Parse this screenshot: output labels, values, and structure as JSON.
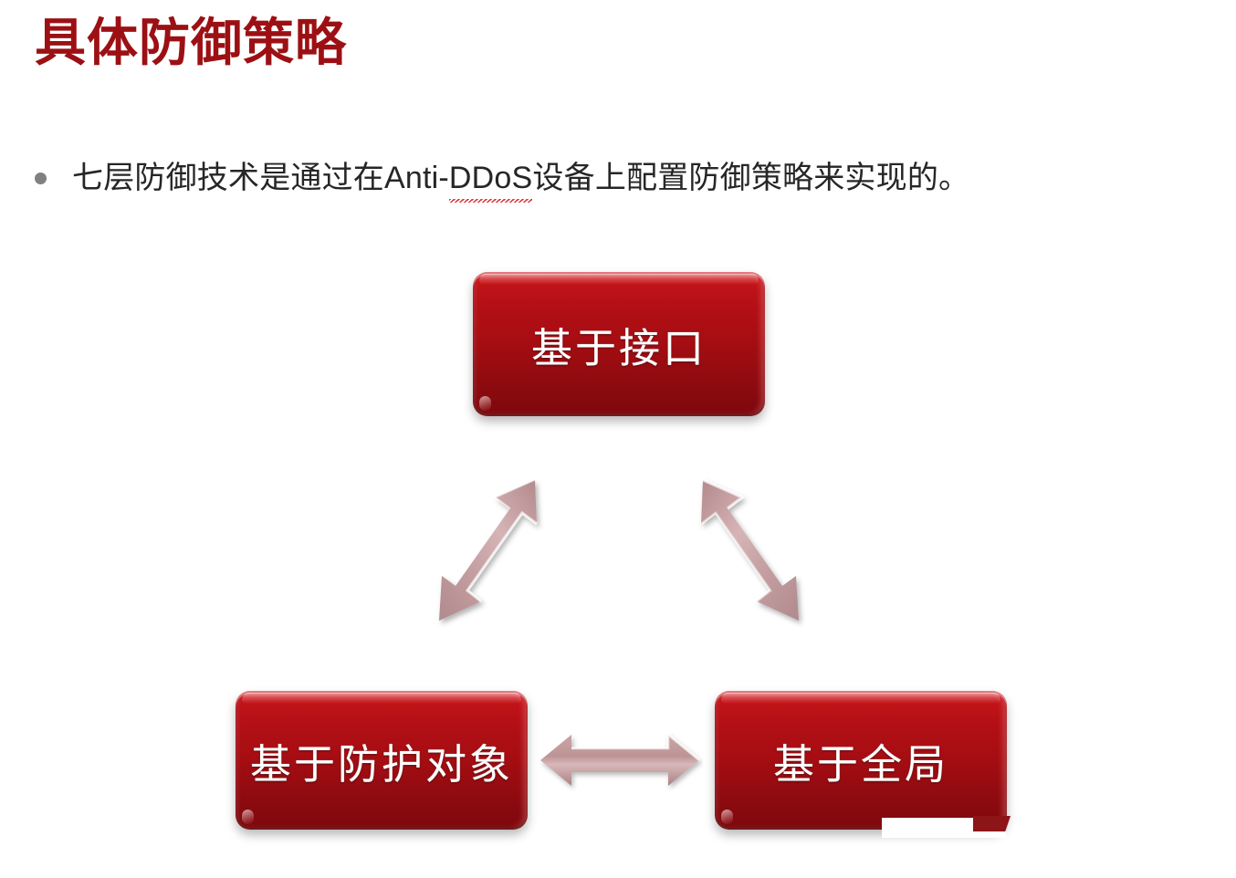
{
  "slide": {
    "title": "具体防御策略",
    "title_color": "#9C1014",
    "background_color": "#FFFFFF"
  },
  "bullets": [
    {
      "marker": "bullet-dot",
      "marker_color": "#808080",
      "text_before": "七层防御技术是通过在Anti-",
      "text_misspelled": "DDoS",
      "text_after": "设备上配置防御策略来实现的。",
      "full_text": "七层防御技术是通过在Anti-DDoS设备上配置防御策略来实现的。",
      "spellcheck_underline_color": "#E03030",
      "text_color": "#262626"
    }
  ],
  "diagram": {
    "type": "triangle-relationship",
    "box_fill_top": "#D31F24",
    "box_fill_bottom": "#7D080D",
    "box_text_color": "#FFFFFF",
    "arrow_color": "#C09A9C",
    "boxes": [
      {
        "id": "interface",
        "label": "基于接口",
        "position": "top-center"
      },
      {
        "id": "protected-object",
        "label": "基于防护对象",
        "position": "bottom-left"
      },
      {
        "id": "global",
        "label": "基于全局",
        "position": "bottom-right"
      }
    ],
    "connectors": [
      {
        "id": "top-to-bottom-left",
        "style": "double-headed-arrow",
        "orientation": "diagonal-down-left"
      },
      {
        "id": "top-to-bottom-right",
        "style": "double-headed-arrow",
        "orientation": "diagonal-down-right"
      },
      {
        "id": "bottom-left-to-bottom-right",
        "style": "double-headed-arrow",
        "orientation": "horizontal"
      }
    ]
  }
}
